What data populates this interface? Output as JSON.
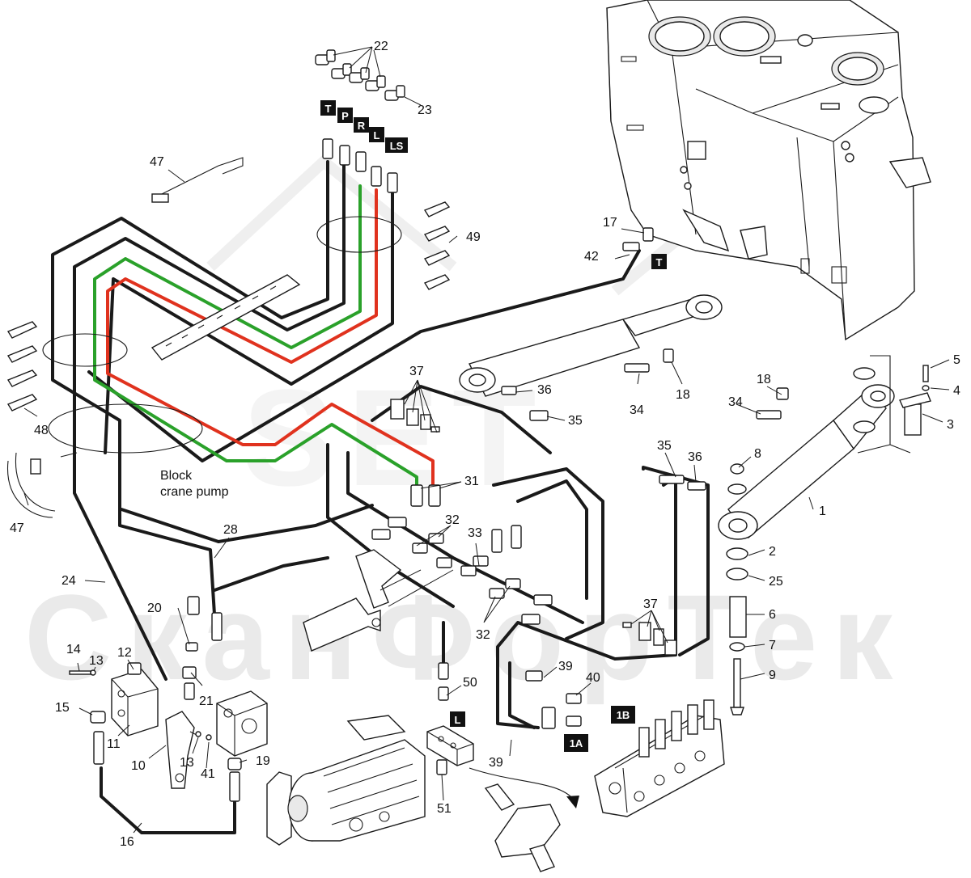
{
  "watermark": {
    "logo": "SET",
    "company": "СканФорТек"
  },
  "callouts": [
    {
      "id": "c1",
      "text": "1"
    },
    {
      "id": "c2",
      "text": "2"
    },
    {
      "id": "c3",
      "text": "3"
    },
    {
      "id": "c4",
      "text": "4"
    },
    {
      "id": "c5",
      "text": "5"
    },
    {
      "id": "c6",
      "text": "6"
    },
    {
      "id": "c7",
      "text": "7"
    },
    {
      "id": "c8",
      "text": "8"
    },
    {
      "id": "c9",
      "text": "9"
    },
    {
      "id": "c10",
      "text": "10"
    },
    {
      "id": "c11",
      "text": "11"
    },
    {
      "id": "c12",
      "text": "12"
    },
    {
      "id": "c13a",
      "text": "13"
    },
    {
      "id": "c13b",
      "text": "13"
    },
    {
      "id": "c14",
      "text": "14"
    },
    {
      "id": "c15",
      "text": "15"
    },
    {
      "id": "c16",
      "text": "16"
    },
    {
      "id": "c17",
      "text": "17"
    },
    {
      "id": "c18a",
      "text": "18"
    },
    {
      "id": "c18b",
      "text": "18"
    },
    {
      "id": "c19",
      "text": "19"
    },
    {
      "id": "c20",
      "text": "20"
    },
    {
      "id": "c21",
      "text": "21"
    },
    {
      "id": "c22",
      "text": "22"
    },
    {
      "id": "c23",
      "text": "23"
    },
    {
      "id": "c24",
      "text": "24"
    },
    {
      "id": "c25",
      "text": "25"
    },
    {
      "id": "c28",
      "text": "28"
    },
    {
      "id": "c31",
      "text": "31"
    },
    {
      "id": "c32a",
      "text": "32"
    },
    {
      "id": "c32b",
      "text": "32"
    },
    {
      "id": "c33",
      "text": "33"
    },
    {
      "id": "c34a",
      "text": "34"
    },
    {
      "id": "c34b",
      "text": "34"
    },
    {
      "id": "c35a",
      "text": "35"
    },
    {
      "id": "c35b",
      "text": "35"
    },
    {
      "id": "c36a",
      "text": "36"
    },
    {
      "id": "c36b",
      "text": "36"
    },
    {
      "id": "c37a",
      "text": "37"
    },
    {
      "id": "c37b",
      "text": "37"
    },
    {
      "id": "c39a",
      "text": "39"
    },
    {
      "id": "c39b",
      "text": "39"
    },
    {
      "id": "c40",
      "text": "40"
    },
    {
      "id": "c41",
      "text": "41"
    },
    {
      "id": "c42",
      "text": "42"
    },
    {
      "id": "c47a",
      "text": "47"
    },
    {
      "id": "c47b",
      "text": "47"
    },
    {
      "id": "c48",
      "text": "48"
    },
    {
      "id": "c49",
      "text": "49"
    },
    {
      "id": "c50",
      "text": "50"
    },
    {
      "id": "c51",
      "text": "51"
    }
  ],
  "port_tags": [
    {
      "id": "T",
      "text": "T"
    },
    {
      "id": "P",
      "text": "P"
    },
    {
      "id": "R",
      "text": "R"
    },
    {
      "id": "L",
      "text": "L"
    },
    {
      "id": "LS",
      "text": "LS"
    },
    {
      "id": "T2",
      "text": "T"
    },
    {
      "id": "L2",
      "text": "L"
    },
    {
      "id": "1A",
      "text": "1A"
    },
    {
      "id": "1B",
      "text": "1B"
    }
  ],
  "note": {
    "line1": "Block",
    "line2": "crane pump"
  },
  "colors": {
    "pressure": "#2aa12a",
    "return": "#e0321e",
    "hose": "#1a1a1a"
  }
}
